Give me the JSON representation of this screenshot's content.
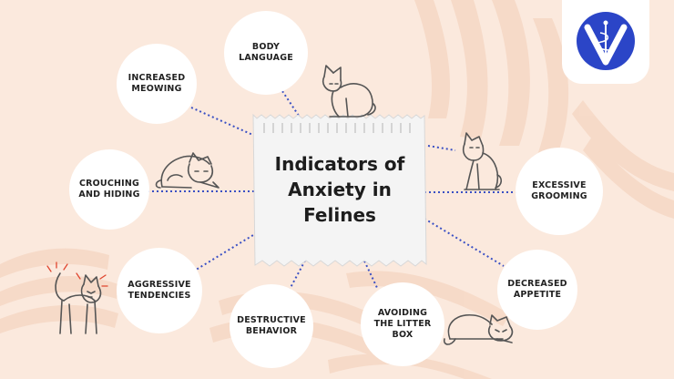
{
  "title": "Indicators of Anxiety in Felines",
  "indicators": {
    "body_language": "BODY\nLANGUAGE",
    "increased_meowing": "INCREASED\nMEOWING",
    "crouching_hiding": "CROUCHING\nAND HIDING",
    "aggressive": "AGGRESSIVE\nTENDENCIES",
    "destructive": "DESTRUCTIVE\nBEHAVIOR",
    "litter_box": "AVOIDING\nTHE LITTER\nBOX",
    "decreased_appetite": "DECREASED\nAPPETITE",
    "excessive_grooming": "EXCESSIVE\nGROOMING"
  },
  "icons": [
    "cat-sitting-icon",
    "cat-crouching-icon",
    "cat-angry-icon",
    "cat-lying-icon",
    "cat-grooming-icon",
    "vet-caduceus-logo"
  ],
  "colors": {
    "background": "#fbe9dd",
    "dotted_line": "#3a50c4",
    "logo_blue": "#2b45c7",
    "paper": "#f4f4f4"
  }
}
